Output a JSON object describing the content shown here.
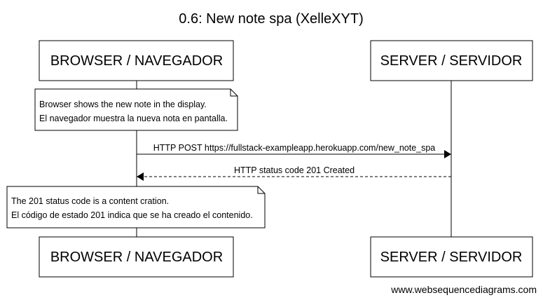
{
  "title": "0.6: New note spa (XelleXYT)",
  "participants": {
    "browser": "BROWSER / NAVEGADOR",
    "server": "SERVER / SERVIDOR"
  },
  "notes": {
    "first": {
      "line1": "Browser shows the new note in the display.",
      "line2": "El navegador muestra la nueva nota en pantalla."
    },
    "second": {
      "line1": "The 201 status code is a content cration.",
      "line2": "El código de estado 201 indica que se ha creado el contenido."
    }
  },
  "messages": {
    "request": {
      "label": "HTTP POST https://fullstack-exampleapp.herokuapp.com/new_note_spa",
      "style": "solid"
    },
    "response": {
      "label": "HTTP status code 201 Created",
      "style": "dashed"
    }
  },
  "credit": "www.websequencediagrams.com",
  "colors": {
    "line": "#000000",
    "background": "#ffffff"
  }
}
